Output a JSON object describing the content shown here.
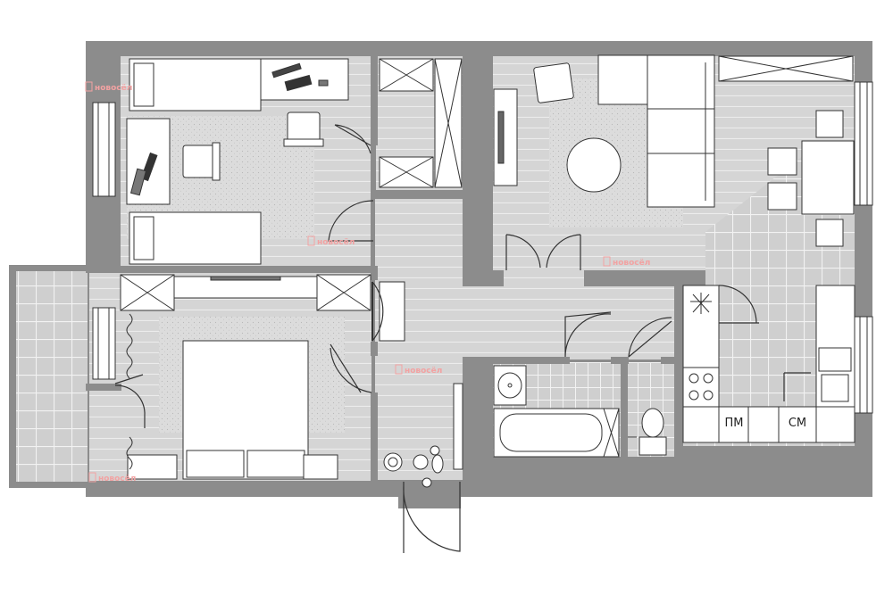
{
  "plan": {
    "appliance_labels": {
      "dishwasher": "ПМ",
      "washer": "СМ"
    },
    "watermark": {
      "text": "новосёл",
      "color": "#f2a2a2",
      "count": 5
    }
  },
  "colors": {
    "wall": "#8c8c8c",
    "floor_plank": "#d5d5d5",
    "plank_line": "#ebebeb",
    "tile": "#cfcfcf",
    "tile_line": "#f3f3f3",
    "rug": "#d9d9d9",
    "furniture": "#ffffff",
    "stroke": "#333333"
  }
}
